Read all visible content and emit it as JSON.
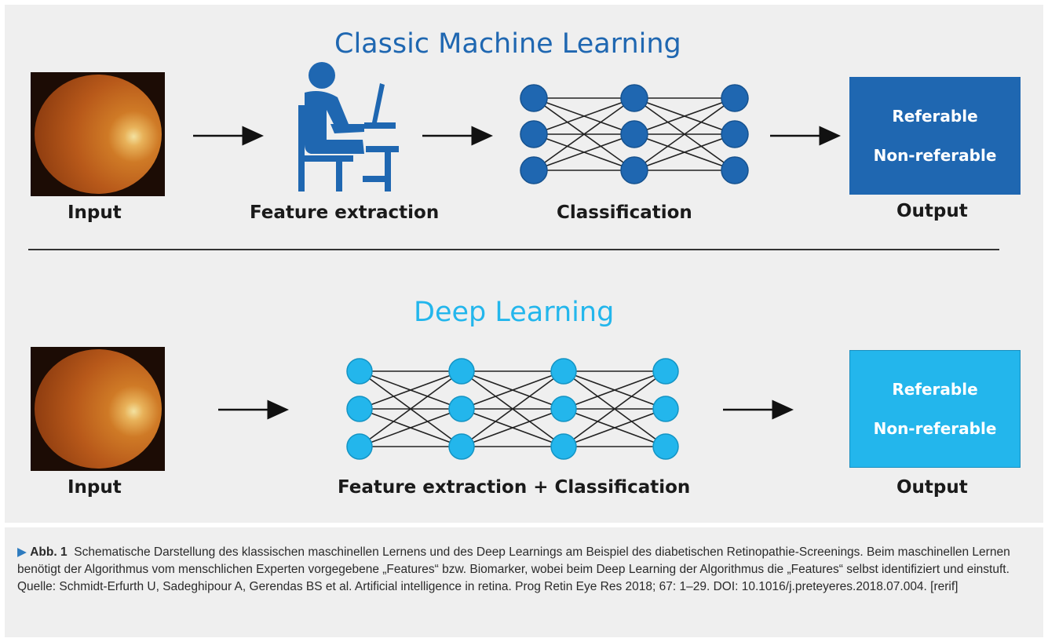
{
  "classic": {
    "title": "Classic Machine Learning",
    "input_label": "Input",
    "feature_label": "Feature extraction",
    "classification_label": "Classification",
    "output_label": "Output",
    "output_items": [
      "Referable",
      "Non-referable"
    ],
    "color": "#1f67b1"
  },
  "deep": {
    "title": "Deep Learning",
    "input_label": "Input",
    "feature_label": "Feature extraction + Classification",
    "output_label": "Output",
    "output_items": [
      "Referable",
      "Non-referable"
    ],
    "color": "#23b6ec"
  },
  "caption": {
    "marker": "▶",
    "label": "Abb. 1",
    "text": "Schematische Darstellung des klassischen maschinellen Lernens und des Deep Learnings am Beispiel des diabetischen Retinopathie-Screenings. Beim maschinellen Lernen benötigt der Algorithmus vom menschlichen Experten vorgegebene „Features“ bzw. Biomarker, wobei beim Deep Learning der Algorithmus die „Features“ selbst identifiziert und einstuft. Quelle: Schmidt-Erfurth U, Sadeghipour A, Gerendas BS et al. Artificial intelligence in retina. Prog Retin Eye Res 2018; 67: 1–29. DOI: 10.1016/j.preteyeres.2018.07.004. [rerif]"
  },
  "networks": {
    "classic": {
      "layers": 3,
      "nodes_per_layer": 3
    },
    "deep": {
      "layers": 4,
      "nodes_per_layer": 3
    }
  }
}
